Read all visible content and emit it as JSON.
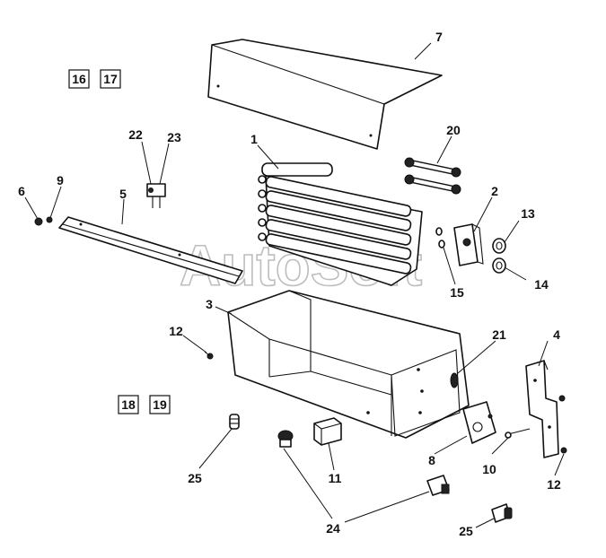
{
  "watermark": "AutoSoft",
  "page_refs": [
    {
      "id": "ref-16",
      "text": "16"
    },
    {
      "id": "ref-17",
      "text": "17"
    },
    {
      "id": "ref-18",
      "text": "18"
    },
    {
      "id": "ref-19",
      "text": "19"
    }
  ],
  "callouts": {
    "c1": "1",
    "c2": "2",
    "c3": "3",
    "c4": "4",
    "c5": "5",
    "c6": "6",
    "c7": "7",
    "c8": "8",
    "c9": "9",
    "c10": "10",
    "c11": "11",
    "c12a": "12",
    "c12b": "12",
    "c13": "13",
    "c14": "14",
    "c15": "15",
    "c20": "20",
    "c21": "21",
    "c22": "22",
    "c23": "23",
    "c24": "24",
    "c25a": "25",
    "c25b": "25"
  }
}
